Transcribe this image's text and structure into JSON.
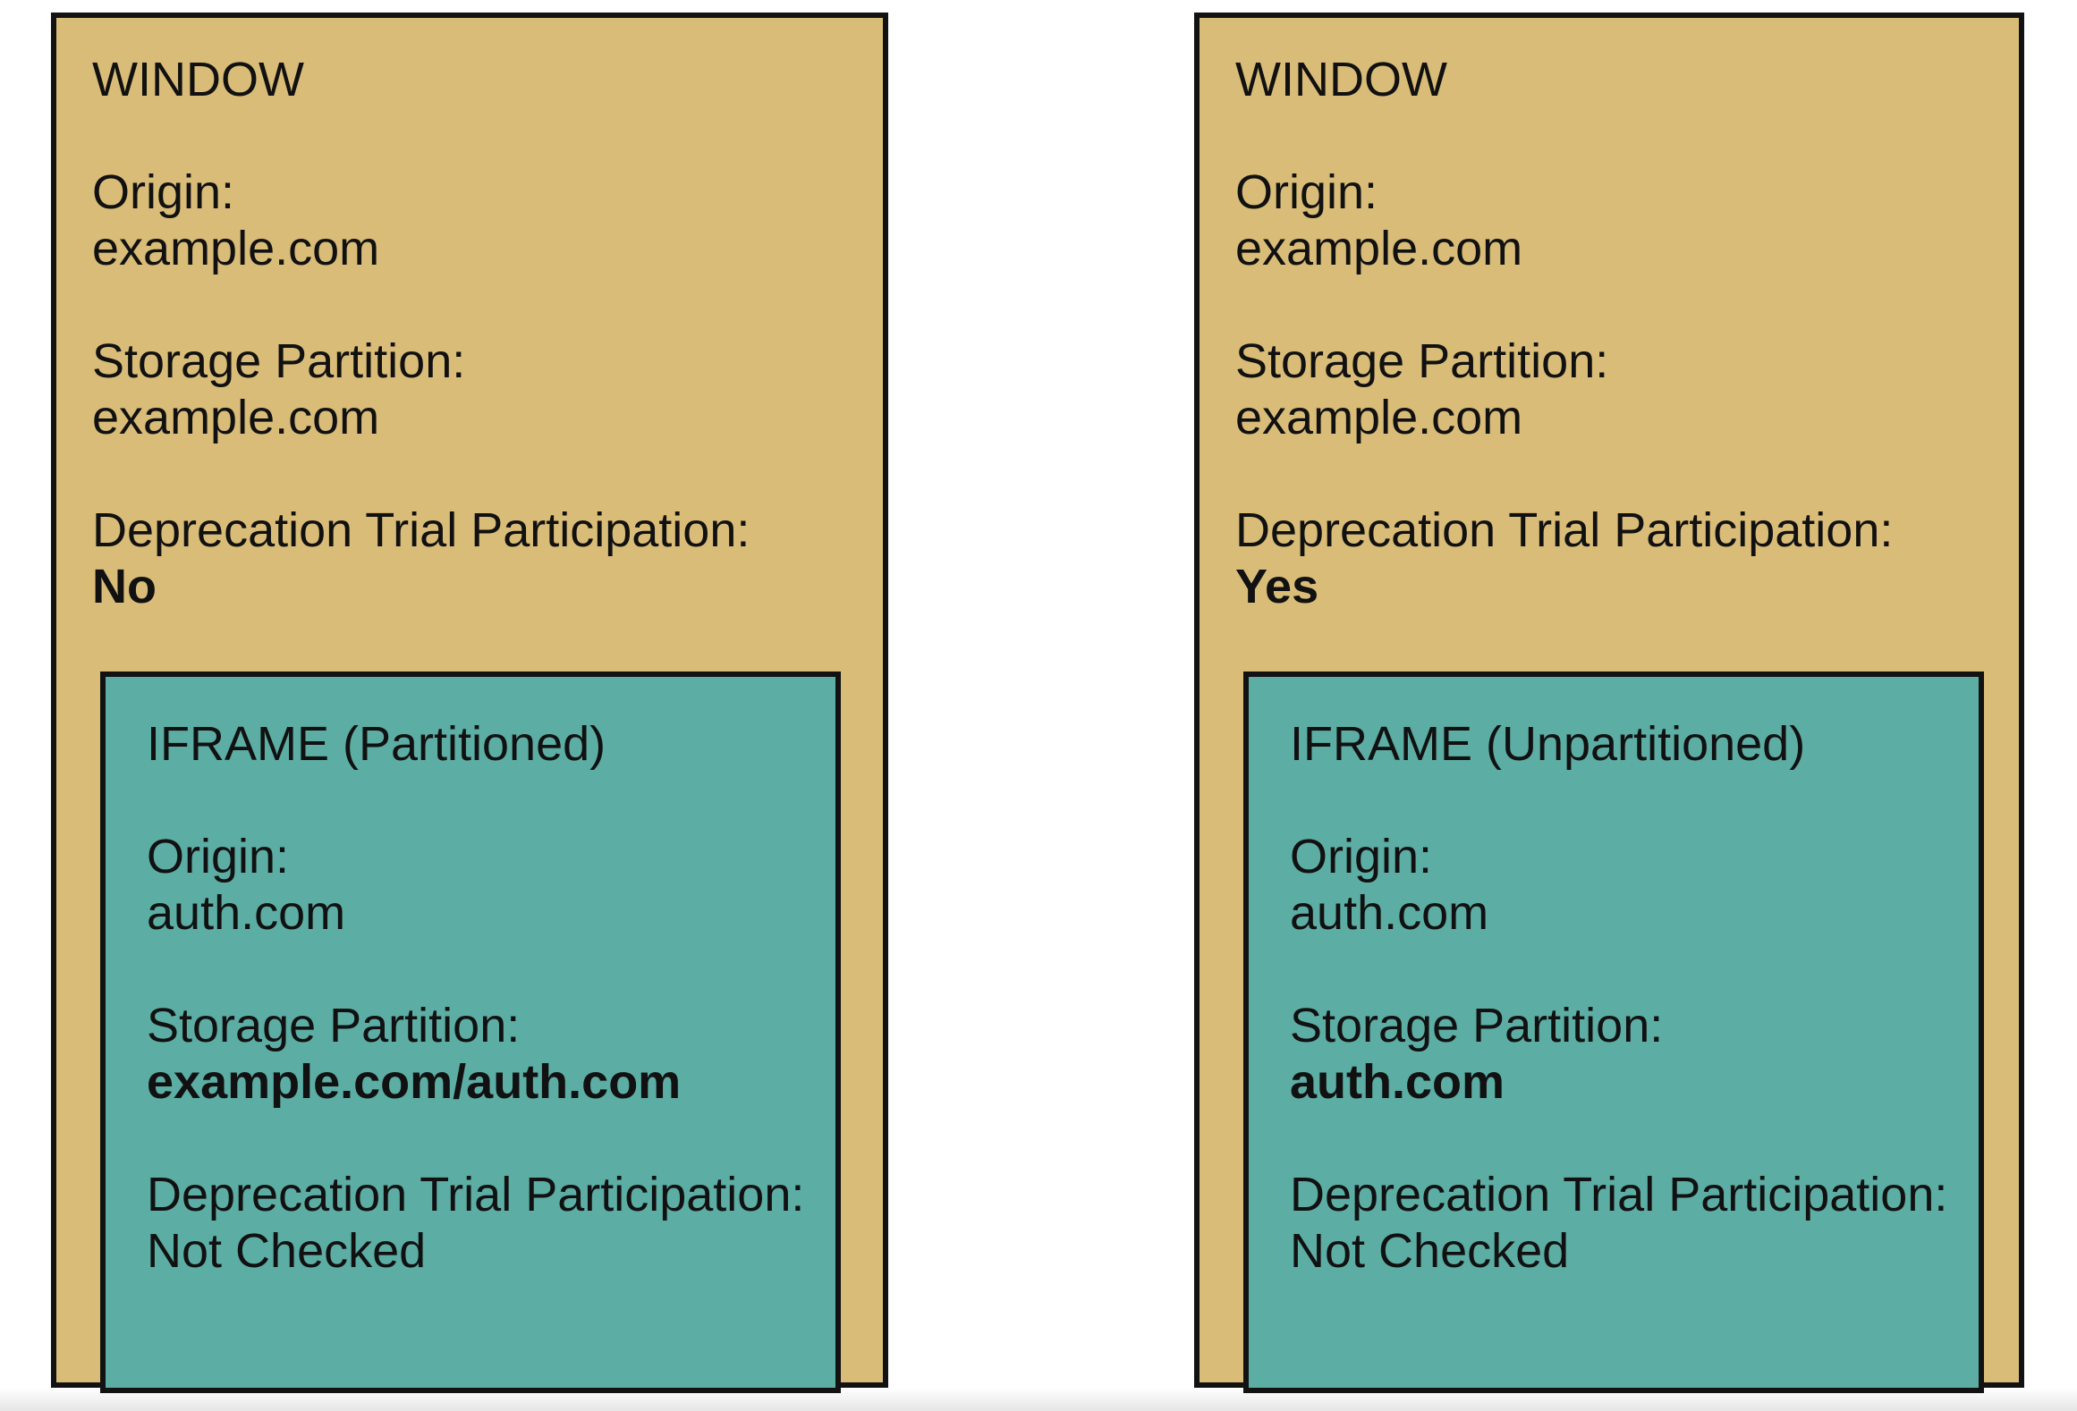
{
  "colors": {
    "window_bg": "#d9bc77",
    "iframe_bg": "#5cada4",
    "border": "#121212",
    "text": "#111111",
    "page_bg": "#ffffff"
  },
  "windows": [
    {
      "title": "WINDOW",
      "fields": [
        {
          "label": "Origin:",
          "value": "example.com"
        },
        {
          "label": "Storage Partition:",
          "value": "example.com"
        },
        {
          "label": "Deprecation Trial Participation:",
          "value": "No"
        }
      ],
      "iframe": {
        "title": "IFRAME (Partitioned)",
        "fields": [
          {
            "label": "Origin:",
            "value": "auth.com"
          },
          {
            "label": "Storage Partition:",
            "value": "example.com/auth.com"
          },
          {
            "label": "Deprecation Trial Participation:",
            "value": "Not Checked"
          }
        ]
      }
    },
    {
      "title": "WINDOW",
      "fields": [
        {
          "label": "Origin:",
          "value": "example.com"
        },
        {
          "label": "Storage Partition:",
          "value": "example.com"
        },
        {
          "label": "Deprecation Trial Participation:",
          "value": "Yes"
        }
      ],
      "iframe": {
        "title": "IFRAME (Unpartitioned)",
        "fields": [
          {
            "label": "Origin:",
            "value": "auth.com"
          },
          {
            "label": "Storage Partition:",
            "value": "auth.com"
          },
          {
            "label": "Deprecation Trial Participation:",
            "value": "Not Checked"
          }
        ]
      }
    }
  ]
}
